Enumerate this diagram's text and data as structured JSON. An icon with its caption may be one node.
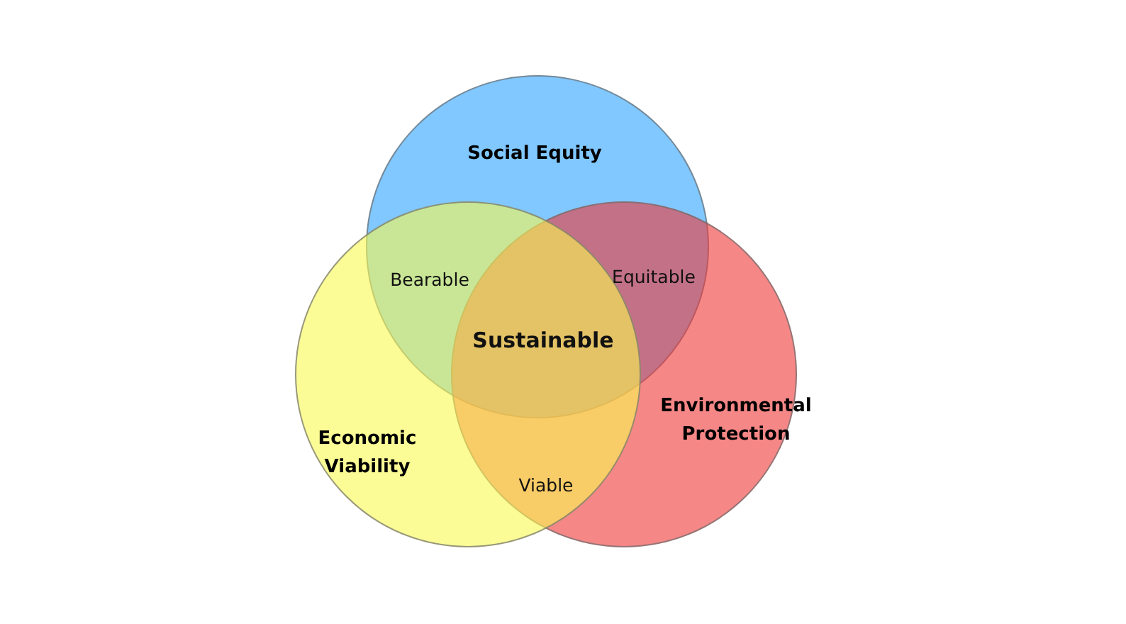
{
  "diagram": {
    "nodes": [
      {
        "text": [
          "Social Equity"
        ]
      },
      {
        "text": [
          "Economic Viability"
        ]
      },
      {
        "text": [
          "Environmental Protection"
        ]
      }
    ],
    "labels": [
      "Bearable",
      "Equitable",
      "Sustainable",
      "Viable"
    ]
  }
}
